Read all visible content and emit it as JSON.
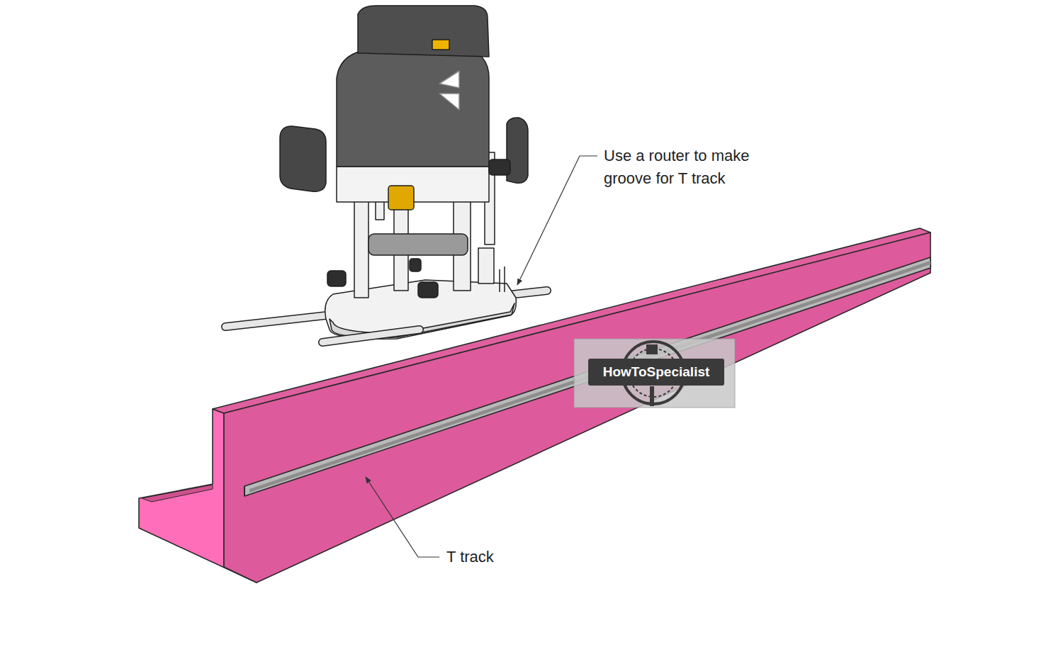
{
  "diagram": {
    "labels": [
      "Use a router to make groove for T track",
      "T track",
      "HowToSpecialist"
    ]
  }
}
